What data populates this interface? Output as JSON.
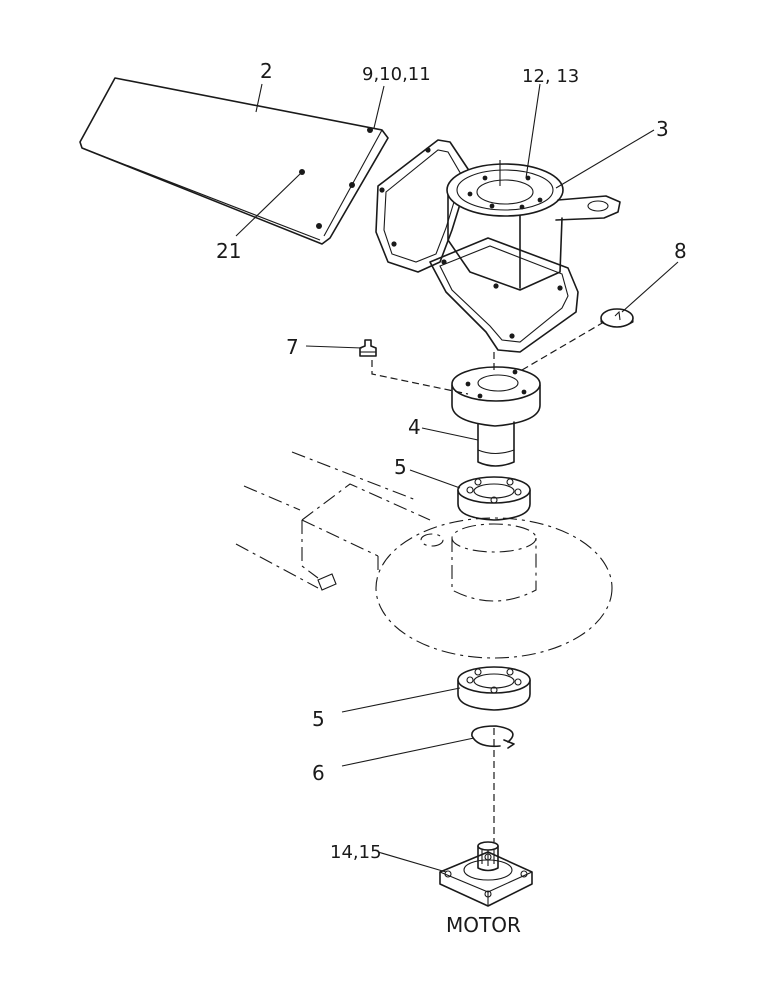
{
  "labels": {
    "part_2": "2",
    "part_9_10_11": "9,10,11",
    "part_12_13": "12, 13",
    "part_3": "3",
    "part_21": "21",
    "part_8": "8",
    "part_7": "7",
    "part_4": "4",
    "part_5_upper": "5",
    "part_5_lower": "5",
    "part_6": "6",
    "part_14_15": "14,15",
    "motor": "MOTOR"
  }
}
